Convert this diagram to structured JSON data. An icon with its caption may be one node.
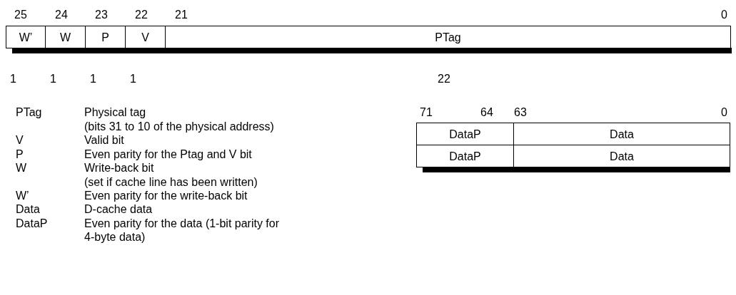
{
  "diagram": {
    "nodes": [
      {
        "text": [
          "W’"
        ]
      },
      {
        "text": [
          "W"
        ]
      },
      {
        "text": [
          "P"
        ]
      },
      {
        "text": [
          "V"
        ]
      },
      {
        "text": [
          "PTag"
        ]
      },
      {
        "text": [
          "DataP"
        ]
      },
      {
        "text": [
          "Data"
        ]
      },
      {
        "text": [
          "DataP"
        ]
      },
      {
        "text": [
          "Data"
        ]
      }
    ],
    "labels": [
      "25",
      "24",
      "23",
      "22",
      "21",
      "0",
      "1",
      "1",
      "1",
      "1",
      "22",
      "PTag",
      "Physical tag",
      "71",
      "64",
      "63",
      "0",
      "(bits 31 to 10 of the physical address)",
      "V",
      "Valid bit",
      "P",
      "Even parity for the Ptag and V bit",
      "W",
      "Write-back bit",
      "(set if cache line has been written)",
      "W’",
      "Even parity for the write-back bit",
      "Data",
      "D-cache data",
      "DataP",
      "Even parity for the data (1-bit parity for 4-byte data)"
    ]
  }
}
